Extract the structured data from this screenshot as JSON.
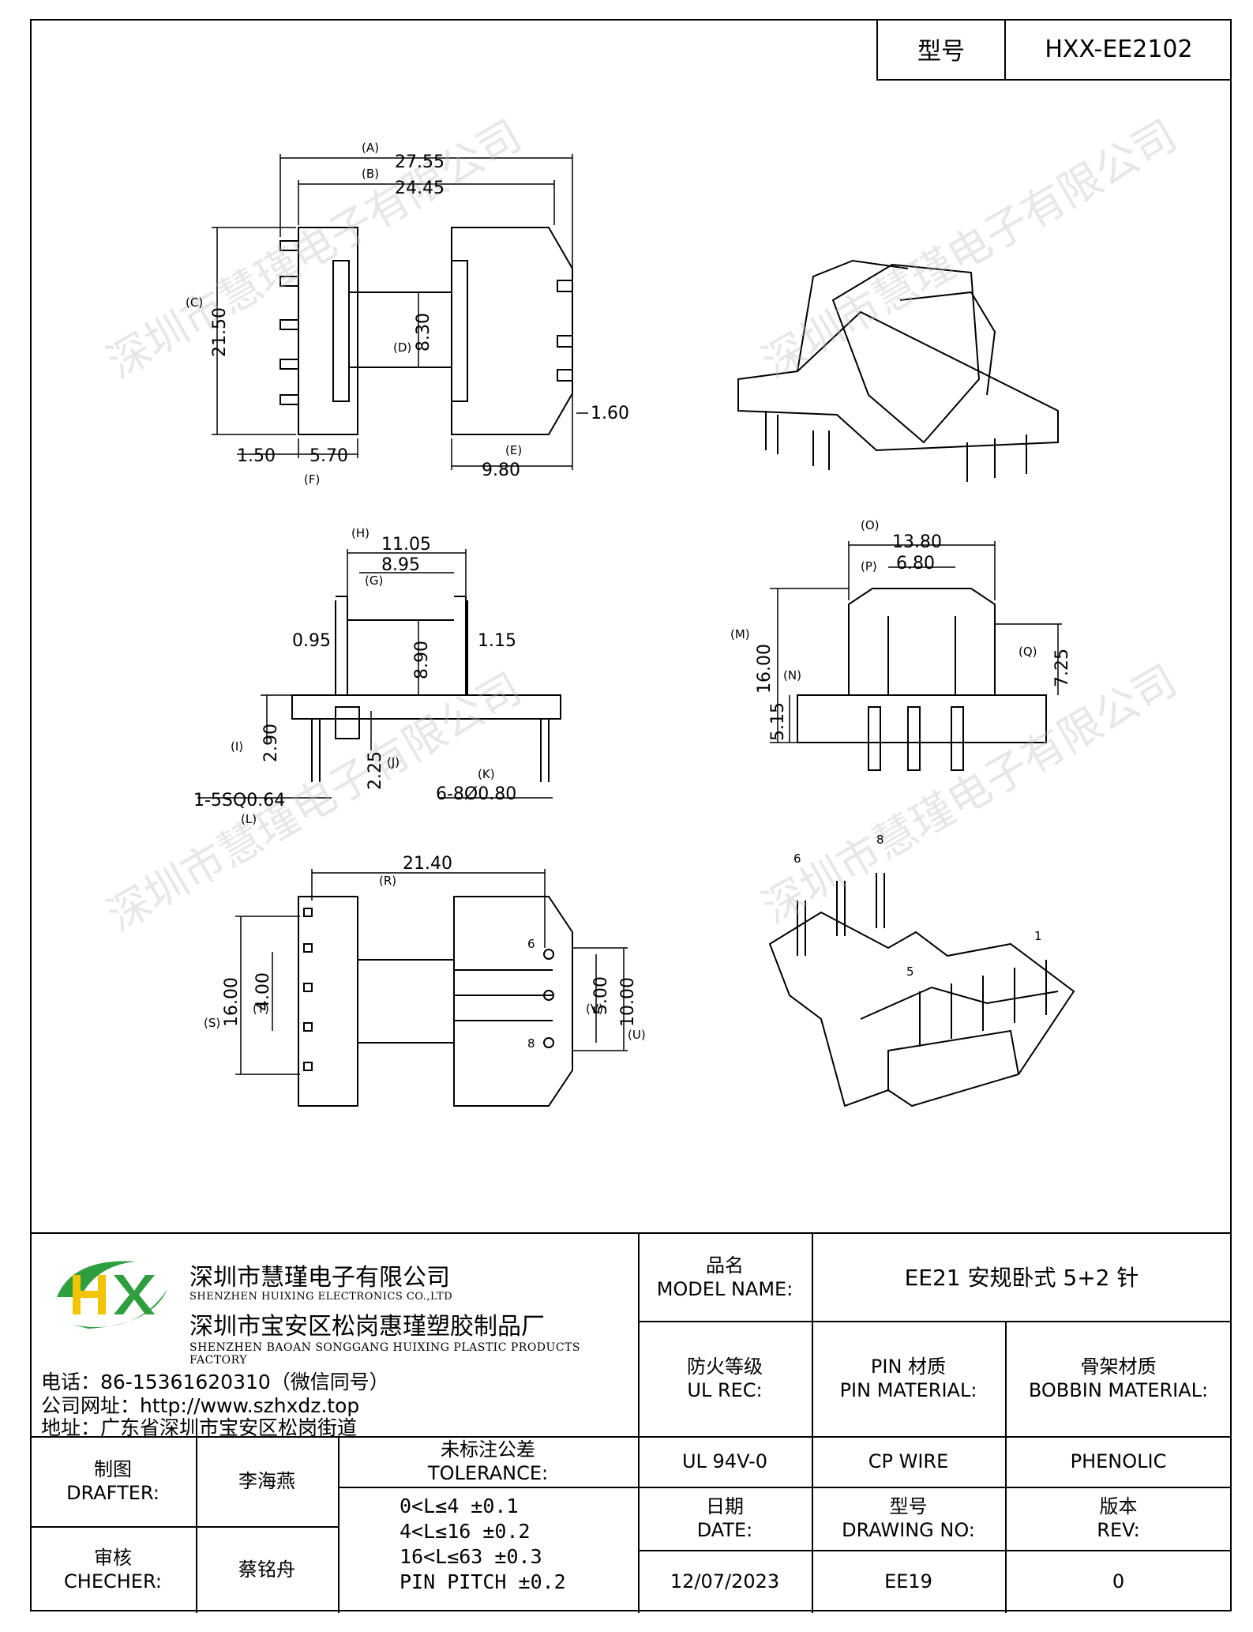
{
  "header": {
    "model_label": "型号",
    "model_value": "HXX-EE2102"
  },
  "dimensions": {
    "A_label": "(A)",
    "A": "27.55",
    "B_label": "(B)",
    "B": "24.45",
    "C_label": "(C)",
    "C": "21.50",
    "D_label": "(D)",
    "D": "8.30",
    "E_label": "(E)",
    "E": "9.80",
    "F_label": "(F)",
    "F": "5.70",
    "f_left": "1.50",
    "pin_w": "1.60",
    "H_label": "(H)",
    "H": "11.05",
    "G_label": "(G)",
    "G": "8.95",
    "g_left": "0.95",
    "g_right": "1.15",
    "g_height": "8.90",
    "I_label": "(I)",
    "I": "2.90",
    "J_label": "(J)",
    "J": "2.25",
    "K_label": "(K)",
    "K": "6-8Ø0.80",
    "L_label": "(L)",
    "L": "1-5SQ0.64",
    "O_label": "(O)",
    "O": "13.80",
    "P_label": "(P)",
    "P": "6.80",
    "M_label": "(M)",
    "M": "16.00",
    "N_label": "(N)",
    "N": "5.15",
    "Q_label": "(Q)",
    "Q": "7.25",
    "R_label": "(R)",
    "R": "21.40",
    "S_label": "(S)",
    "S": "16.00",
    "T_label": "(T)",
    "T": "4.00",
    "V_label": "(V)",
    "V": "5.00",
    "U_label": "(U)",
    "U": "10.00",
    "pin6": "6",
    "pin8": "8",
    "pin1": "1",
    "pin5": "5"
  },
  "watermark": "深圳市慧瑾电子有限公司",
  "company": {
    "name_cn": "深圳市慧瑾电子有限公司",
    "name_en": "SHENZHEN HUIXING ELECTRONICS CO.,LTD",
    "factory_cn": "深圳市宝安区松岗惠瑾塑胶制品厂",
    "factory_en": "SHENZHEN BAOAN SONGGANG HUIXING PLASTIC PRODUCTS FACTORY",
    "phone": "电话：86-15361620310（微信同号）",
    "website": "公司网址：http://www.szhxdz.top",
    "address": "地址：广东省深圳市宝安区松岗街道",
    "logo_text": "HX"
  },
  "title_block": {
    "model_name_label_cn": "品名",
    "model_name_label_en": "MODEL NAME:",
    "model_name_value": "EE21 安规卧式 5+2 针",
    "fire_label_cn": "防火等级",
    "fire_label_en": "UL REC:",
    "pin_material_cn": "PIN 材质",
    "pin_material_en": "PIN MATERIAL:",
    "bobbin_material_cn": "骨架材质",
    "bobbin_material_en": "BOBBIN MATERIAL:",
    "fire_value": "UL 94V-0",
    "pin_value": "CP WIRE",
    "bobbin_value": "PHENOLIC",
    "drafter_cn": "制图",
    "drafter_en": "DRAFTER:",
    "drafter_name": "李海燕",
    "checker_cn": "审核",
    "checker_en": "CHECHER:",
    "checker_name": "蔡铭舟",
    "tolerance_cn": "未标注公差",
    "tolerance_en": "TOLERANCE:",
    "tol_1": "0<L≤4   ±0.1",
    "tol_2": "4<L≤16  ±0.2",
    "tol_3": "16<L≤63 ±0.3",
    "tol_4": "PIN PITCH ±0.2",
    "date_cn": "日期",
    "date_en": "DATE:",
    "date_value": "12/07/2023",
    "drawing_no_cn": "型号",
    "drawing_no_en": "DRAWING NO:",
    "drawing_no_value": "EE19",
    "rev_cn": "版本",
    "rev_en": "REV:",
    "rev_value": "0"
  }
}
